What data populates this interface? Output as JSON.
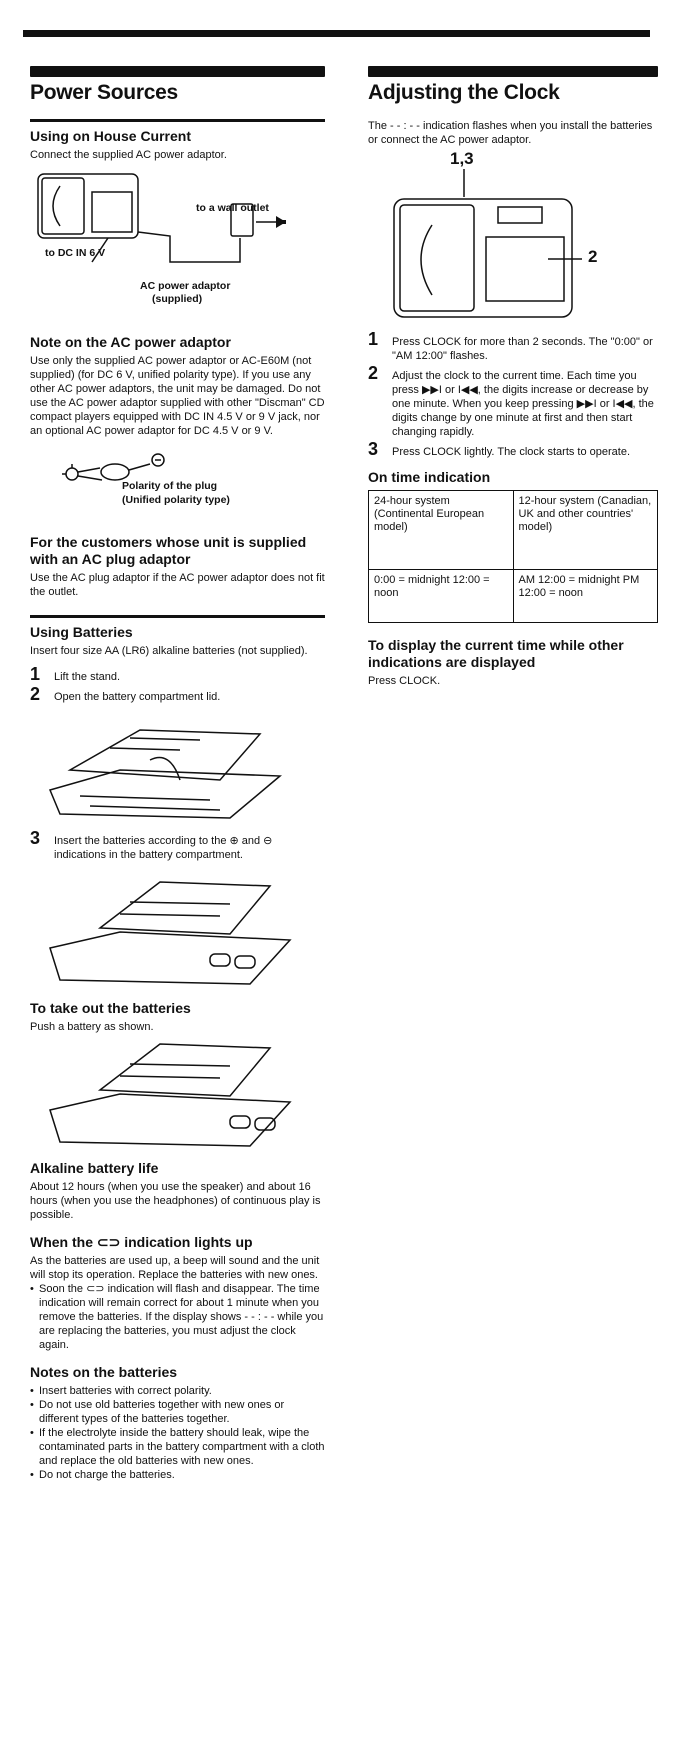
{
  "power": {
    "title": "Power Sources",
    "house": {
      "title": "Using on House Current",
      "intro": "Connect the supplied AC power adaptor.",
      "fig_label_wall": "to a wall outlet",
      "fig_label_dc": "to DC IN 6 V",
      "fig_label_adaptor1": "AC power adaptor",
      "fig_label_adaptor2": "(supplied)"
    },
    "note": {
      "title": "Note on the AC power adaptor",
      "text": "Use only the supplied AC power adaptor or AC-E60M (not supplied) (for DC 6 V, unified polarity type). If you use any other AC power adaptors, the unit may be damaged. Do not use the AC power adaptor supplied with other \"Discman\" CD compact players equipped with DC IN 4.5 V or 9 V jack, nor an optional AC power adaptor for DC 4.5 V or 9 V.",
      "fig_label_polarity1": "Polarity of the plug",
      "fig_label_polarity2": "(Unified polarity type)"
    },
    "customers": {
      "title": "For the customers whose unit is supplied with an AC plug adaptor",
      "text": "Use the AC plug adaptor if the AC power adaptor does not fit the outlet."
    }
  },
  "batteries": {
    "title": "Using Batteries",
    "intro": "Insert four size AA (LR6) alkaline batteries (not supplied).",
    "steps": [
      {
        "num": "1",
        "text": "Lift the stand."
      },
      {
        "num": "2",
        "text": "Open the battery compartment lid."
      },
      {
        "num": "3",
        "text": "Insert the batteries according to the ⊕ and ⊖ indications in the battery compartment."
      }
    ],
    "take_out": {
      "title": "To take out the batteries",
      "text": "Push a battery as shown."
    },
    "life": {
      "title": "Alkaline battery life",
      "text": "About 12 hours (when you use the speaker) and about 16 hours (when you use the headphones) of continuous play is possible."
    },
    "indication": {
      "title": "When the ⊂⊃ indication lights up",
      "text": "As the batteries are used up, a beep will sound and the unit will stop its operation. Replace the batteries with new ones.",
      "bullet": "Soon the ⊂⊃ indication will flash and disappear. The time indication will remain correct for about 1 minute when you remove the batteries. If the display shows - - : - - while you are replacing the batteries, you must adjust the clock again."
    },
    "notes": {
      "title": "Notes on the batteries",
      "items": [
        "Insert batteries with correct polarity.",
        "Do not use old batteries together with new ones or different types of the batteries together.",
        "If the electrolyte inside the battery should leak, wipe the contaminated parts in the battery compartment with a cloth and replace the old batteries with new ones.",
        "Do not charge the batteries."
      ]
    }
  },
  "clock": {
    "title": "Adjusting the Clock",
    "intro": "The - - : - - indication flashes when you install the batteries or connect the AC power adaptor.",
    "fig_label_13": "1,3",
    "fig_label_2": "2",
    "steps": [
      {
        "num": "1",
        "text": "Press CLOCK for more than 2 seconds. The \"0:00\" or \"AM 12:00\" flashes."
      },
      {
        "num": "2",
        "text": "Adjust the clock to the current time. Each time you press ▶▶I or I◀◀, the digits increase or decrease by one minute. When you keep pressing ▶▶I or I◀◀, the digits change by one minute at first and then start changing rapidly."
      },
      {
        "num": "3",
        "text": "Press CLOCK lightly. The clock starts to operate."
      }
    ],
    "on_time": {
      "title": "On time indication",
      "h1": "24-hour system (Continental European model)",
      "h2": "12-hour system (Canadian, UK and other countries' model)",
      "r1": "0:00 = midnight 12:00 = noon",
      "r2": "AM 12:00 = midnight PM 12:00 = noon"
    },
    "display": {
      "title": "To display the current time while other indications are displayed",
      "text": "Press CLOCK."
    }
  }
}
